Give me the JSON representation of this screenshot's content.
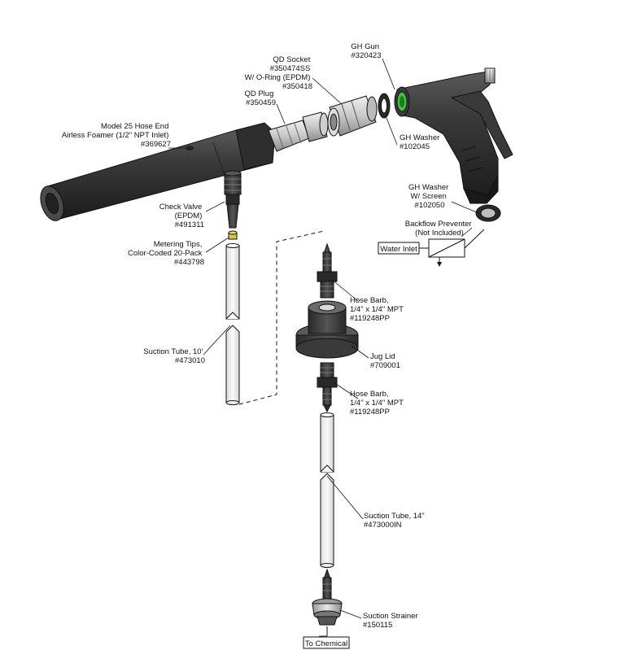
{
  "diagram": {
    "labels": {
      "gh_gun": [
        "GH Gun",
        "#320423"
      ],
      "qd_socket": [
        "QD Socket",
        "#350474SS",
        "W/ O-Ring (EPDM)",
        "#350418"
      ],
      "qd_plug": [
        "QD Plug",
        "#350459"
      ],
      "foamer": [
        "Model 25 Hose End",
        "Airless Foamer (1/2\" NPT Inlet)",
        "#369627"
      ],
      "gh_washer": [
        "GH Washer",
        "#102045"
      ],
      "gh_washer_screen": [
        "GH Washer",
        "W/ Screen",
        "#102050"
      ],
      "backflow": [
        "Backflow Preventer",
        "(Not Included)"
      ],
      "check_valve": [
        "Check Valve",
        "(EPDM)",
        "#491311"
      ],
      "metering_tips": [
        "Metering Tips,",
        "Color-Coded 20-Pack",
        "#443798"
      ],
      "hose_barb_top": [
        "Hose Barb,",
        "1/4\" x 1/4\" MPT",
        "#119248PP"
      ],
      "jug_lid": [
        "Jug Lid",
        "#709001"
      ],
      "hose_barb_bottom": [
        "Hose Barb,",
        "1/4\" x 1/4\" MPT",
        "#119248PP"
      ],
      "suction_tube_10": [
        "Suction Tube, 10'",
        "#473010"
      ],
      "suction_tube_14": [
        "Suction Tube, 14\"",
        "#473000IN"
      ],
      "suction_strainer": [
        "Suction Strainer",
        "#150115"
      ]
    },
    "boxes": {
      "water_inlet": "Water Inlet",
      "to_chemical": "To Chemical"
    },
    "colors": {
      "dark_part": "#3a3a3a",
      "mid_part": "#6b6b6b",
      "light_part": "#d9d9d9",
      "tube": "#f2f2f2",
      "green_accent": "#3cc43c",
      "yellow_tip": "#d4c64a",
      "line": "#111111"
    }
  }
}
